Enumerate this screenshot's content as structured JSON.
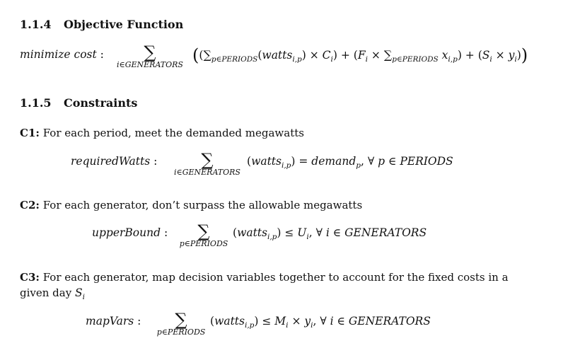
{
  "sections": {
    "objective": {
      "number": "1.1.4",
      "title": "Objective Function"
    },
    "constraints": {
      "number": "1.1.5",
      "title": "Constraints"
    }
  },
  "objective": {
    "label": "minimize cost",
    "sum_index": "i∈GENERATORS",
    "inner_sum_index": "p∈PERIODS",
    "watts_var": "watts",
    "watts_sub": "i,p",
    "cost_c": "C",
    "cost_f": "F",
    "x_var": "x",
    "cost_s": "S",
    "y_var": "y",
    "i_sub": "i"
  },
  "c1": {
    "tag": "C1:",
    "text": "For each period, meet the demanded megawatts",
    "label": "requiredWatts",
    "sum_index": "i∈GENERATORS",
    "rhs": "demand",
    "rhs_sub": "p",
    "forall": "p ∈ PERIODS"
  },
  "c2": {
    "tag": "C2:",
    "text": "For each generator, don’t surpass the allowable megawatts",
    "label": "upperBound",
    "sum_index": "p∈PERIODS",
    "rhs": "U",
    "rhs_sub": "i",
    "forall": "i ∈ GENERATORS"
  },
  "c3": {
    "tag": "C3:",
    "text_line1": "For each generator, map decision variables together to account for the fixed costs in a",
    "text_line2": "given day",
    "text_var": "S",
    "text_var_sub": "i",
    "label": "mapVars",
    "sum_index": "p∈PERIODS",
    "rhs": "M",
    "rhs_sub": "i",
    "rhs_y": "y",
    "forall": "i ∈ GENERATORS"
  }
}
